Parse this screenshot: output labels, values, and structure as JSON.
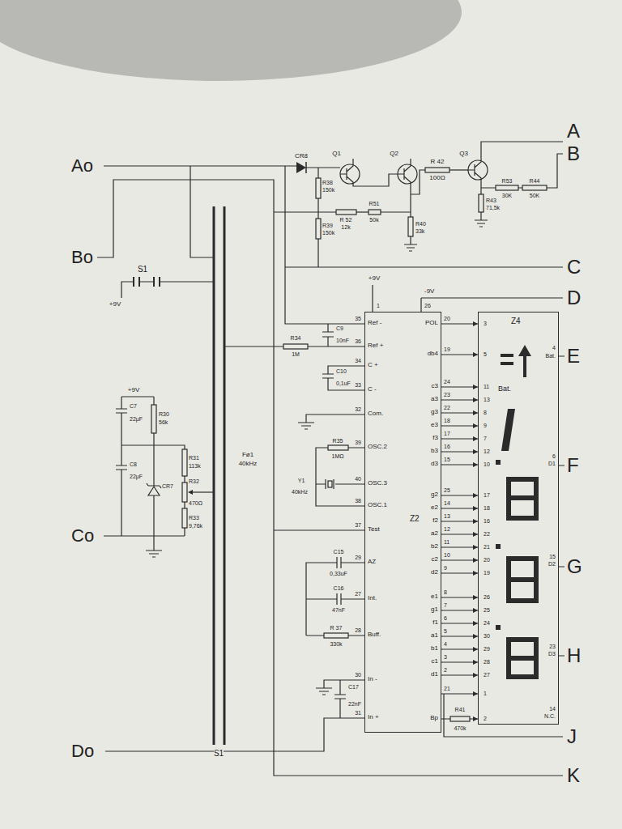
{
  "diagram": {
    "nodes": [
      {
        "text": [
          "Z2"
        ]
      },
      {
        "text": [
          "Z4",
          "Bat."
        ]
      }
    ],
    "edges": [
      {
        "from": 0,
        "to": 1,
        "arrow": "to"
      },
      {
        "from": 0,
        "to": 1,
        "arrow": "to"
      },
      {
        "from": 0,
        "to": 1,
        "arrow": "to"
      },
      {
        "from": 0,
        "to": 1,
        "arrow": "to"
      },
      {
        "from": 0,
        "to": 1,
        "arrow": "to"
      },
      {
        "from": 0,
        "to": 1,
        "arrow": "to"
      },
      {
        "from": 0,
        "to": 1,
        "arrow": "to"
      },
      {
        "from": 0,
        "to": 1,
        "arrow": "to"
      },
      {
        "from": 0,
        "to": 1,
        "arrow": "to"
      },
      {
        "from": 0,
        "to": 1,
        "arrow": "to"
      },
      {
        "from": 0,
        "to": 1,
        "arrow": "to"
      },
      {
        "from": 0,
        "to": 1,
        "arrow": "to"
      },
      {
        "from": 0,
        "to": 1,
        "arrow": "to"
      },
      {
        "from": 0,
        "to": 1,
        "arrow": "to"
      },
      {
        "from": 0,
        "to": 1,
        "arrow": "to"
      },
      {
        "from": 0,
        "to": 1,
        "arrow": "to"
      },
      {
        "from": 0,
        "to": 1,
        "arrow": "to"
      },
      {
        "from": 0,
        "to": 1,
        "arrow": "to"
      },
      {
        "from": 0,
        "to": 1,
        "arrow": "to"
      },
      {
        "from": 0,
        "to": 1,
        "arrow": "to"
      },
      {
        "from": 0,
        "to": 1,
        "arrow": "to"
      },
      {
        "from": 0,
        "to": 1,
        "arrow": "to"
      },
      {
        "from": 0,
        "to": 1,
        "arrow": "to"
      },
      {
        "from": 0,
        "to": 1,
        "arrow": "to"
      },
      {
        "from": 0,
        "to": 1,
        "arrow": "to"
      }
    ],
    "labels": [
      "A",
      "B",
      "C",
      "D",
      "E",
      "F",
      "G",
      "H",
      "J",
      "K",
      "Ao",
      "Bo",
      "Co",
      "Do",
      "CR8",
      "Q1",
      "Q2",
      "R 42",
      "100Ω",
      "Q3",
      "R38",
      "150k",
      "R39",
      "150k",
      "R 52",
      "12k",
      "R51",
      "50k",
      "R40",
      "33k",
      "R43",
      "71,5k",
      "R53",
      "30K",
      "R44",
      "50K",
      "S1",
      "+9V",
      "+9V",
      "1",
      "-9V",
      "26",
      "35",
      "36",
      "34",
      "33",
      "32",
      "39",
      "40",
      "38",
      "37",
      "29",
      "27",
      "28",
      "30",
      "31",
      "Ref -",
      "Ref +",
      "C +",
      "C -",
      "Com.",
      "OSC.2",
      "OSC.3",
      "OSC.1",
      "Test",
      "AZ",
      "Int.",
      "Buff.",
      "In -",
      "In +",
      "POL",
      "db4",
      "c3",
      "a3",
      "g3",
      "e3",
      "f3",
      "b3",
      "d3",
      "g2",
      "e2",
      "f2",
      "a2",
      "b2",
      "c2",
      "d2",
      "e1",
      "g1",
      "f1",
      "a1",
      "b1",
      "c1",
      "d1",
      "Bp",
      "20",
      "19",
      "24",
      "23",
      "22",
      "18",
      "17",
      "16",
      "15",
      "25",
      "14",
      "13",
      "12",
      "11",
      "10",
      "9",
      "8",
      "7",
      "6",
      "5",
      "4",
      "3",
      "2",
      "21",
      "3",
      "5",
      "11",
      "13",
      "8",
      "9",
      "7",
      "12",
      "10",
      "17",
      "18",
      "16",
      "22",
      "21",
      "20",
      "19",
      "26",
      "25",
      "24",
      "30",
      "29",
      "28",
      "27",
      "1",
      "2",
      "C9",
      "10nF",
      "R34",
      "1M",
      "C10",
      "0,1uF",
      "Fø1",
      "40kHz",
      "R35",
      "1MΩ",
      "Y1",
      "40kHz",
      "C15",
      "0,33uF",
      "C16",
      "47nF",
      "R 37",
      "330k",
      "C17",
      "22nF",
      "+9V",
      "C7",
      "22µF",
      "R30",
      "56k",
      "C8",
      "22µF",
      "CR7",
      "R31",
      "113k",
      "R32",
      "470Ω",
      "R33",
      "9,76k",
      "S1",
      "R41",
      "470k",
      "4",
      "Bat.",
      "6",
      "D1",
      "15",
      "D2",
      "23",
      "D3",
      "14",
      "N.C."
    ]
  }
}
